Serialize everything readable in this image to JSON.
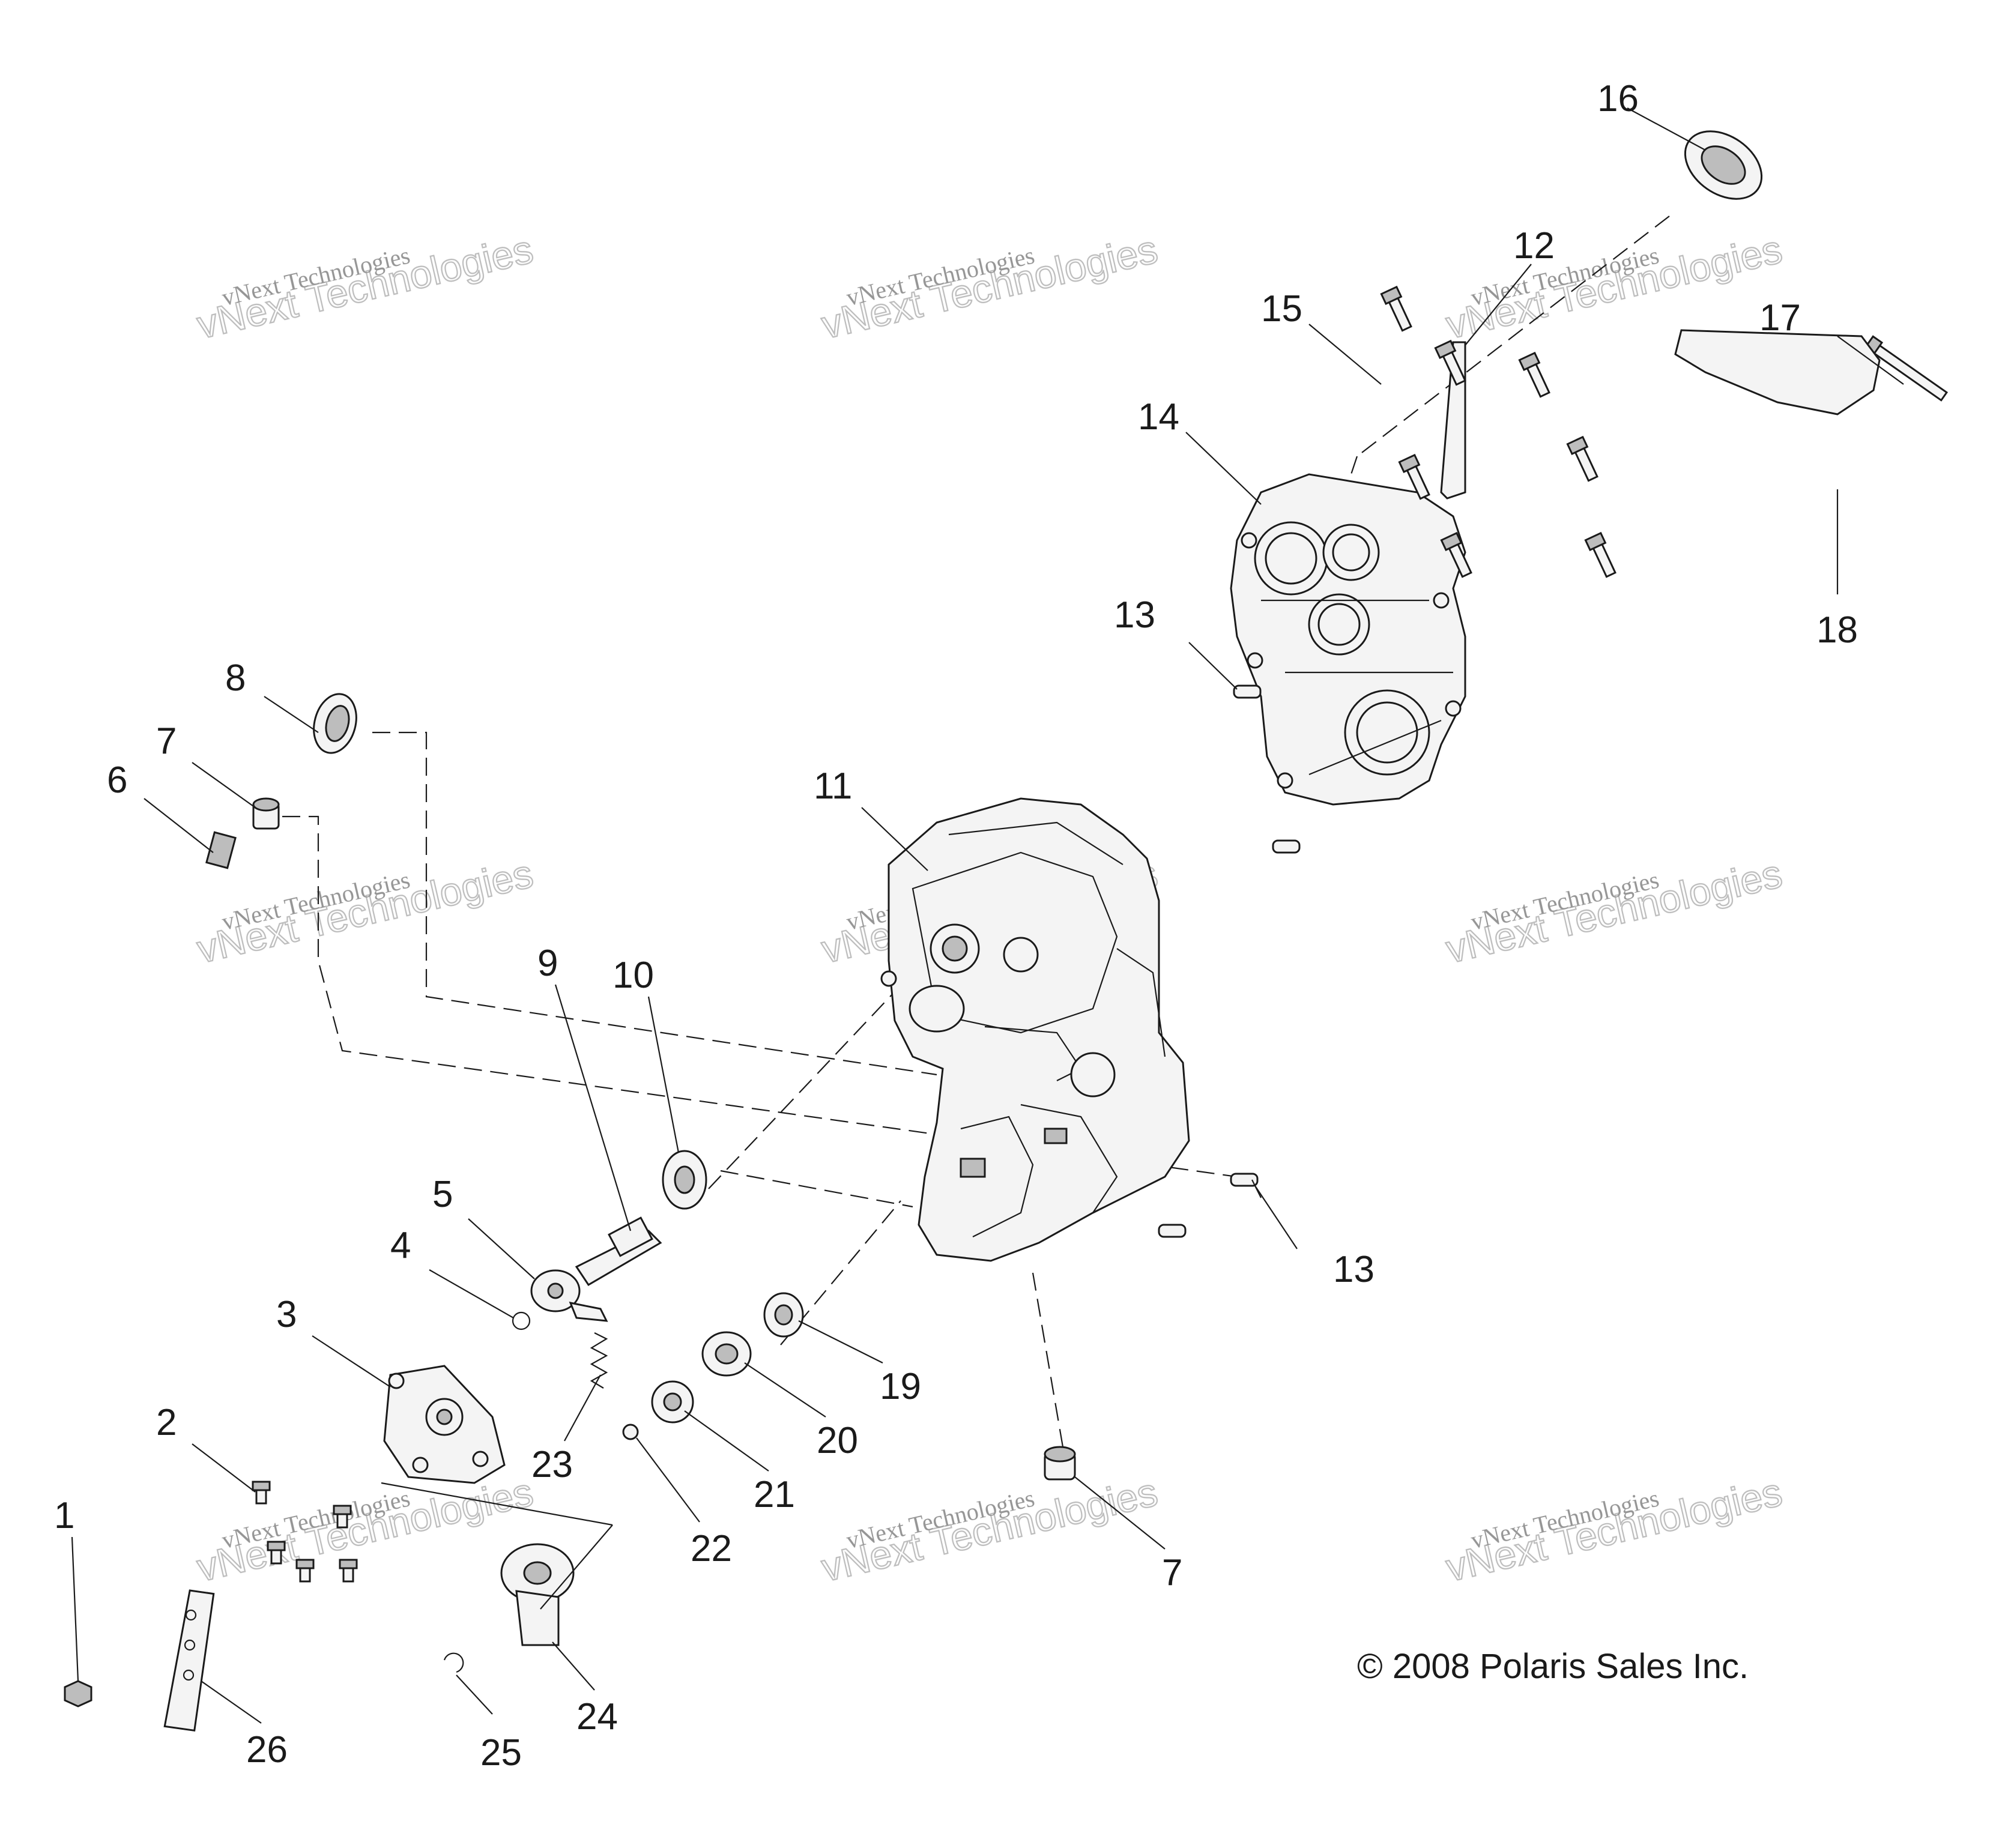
{
  "callouts": [
    "1",
    "2",
    "3",
    "4",
    "5",
    "6",
    "7",
    "7",
    "8",
    "9",
    "10",
    "11",
    "12",
    "13",
    "13",
    "14",
    "15",
    "16",
    "17",
    "18",
    "19",
    "20",
    "21",
    "22",
    "23",
    "24",
    "25",
    "26"
  ],
  "watermark": {
    "line1": "vNext Technologies",
    "line2": "vNext Technologies"
  },
  "copyright": "© 2008 Polaris Sales Inc."
}
